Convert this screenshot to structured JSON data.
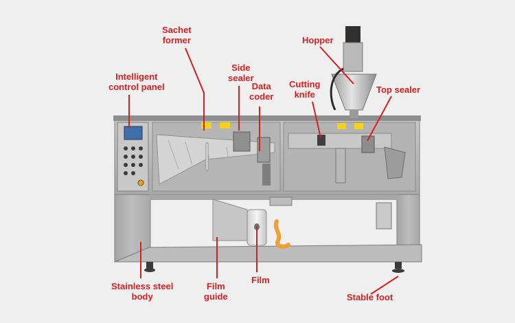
{
  "colors": {
    "background": "#efefef",
    "label": "#d81e1e",
    "leader_line": "#d81e1e",
    "machine_frame": "#9a9a9a",
    "machine_panel": "#b8b8b8",
    "film_roll": "#e6e6e6",
    "flexible_tube": "#f0a030",
    "warning_label": "#f2d21a"
  },
  "labels": {
    "sachet_former": [
      "Sachet",
      "former"
    ],
    "side_sealer": [
      "Side",
      "sealer"
    ],
    "data_coder": [
      "Data",
      "coder"
    ],
    "hopper": [
      "Hopper"
    ],
    "cutting_knife": [
      "Cutting",
      "knife"
    ],
    "top_sealer": [
      "Top sealer"
    ],
    "control_panel": [
      "Intelligent",
      "control panel"
    ],
    "body": [
      "Stainless steel",
      "body"
    ],
    "film_guide": [
      "Film",
      "guide"
    ],
    "film": [
      "Film"
    ],
    "stable_foot": [
      "Stable foot"
    ]
  }
}
